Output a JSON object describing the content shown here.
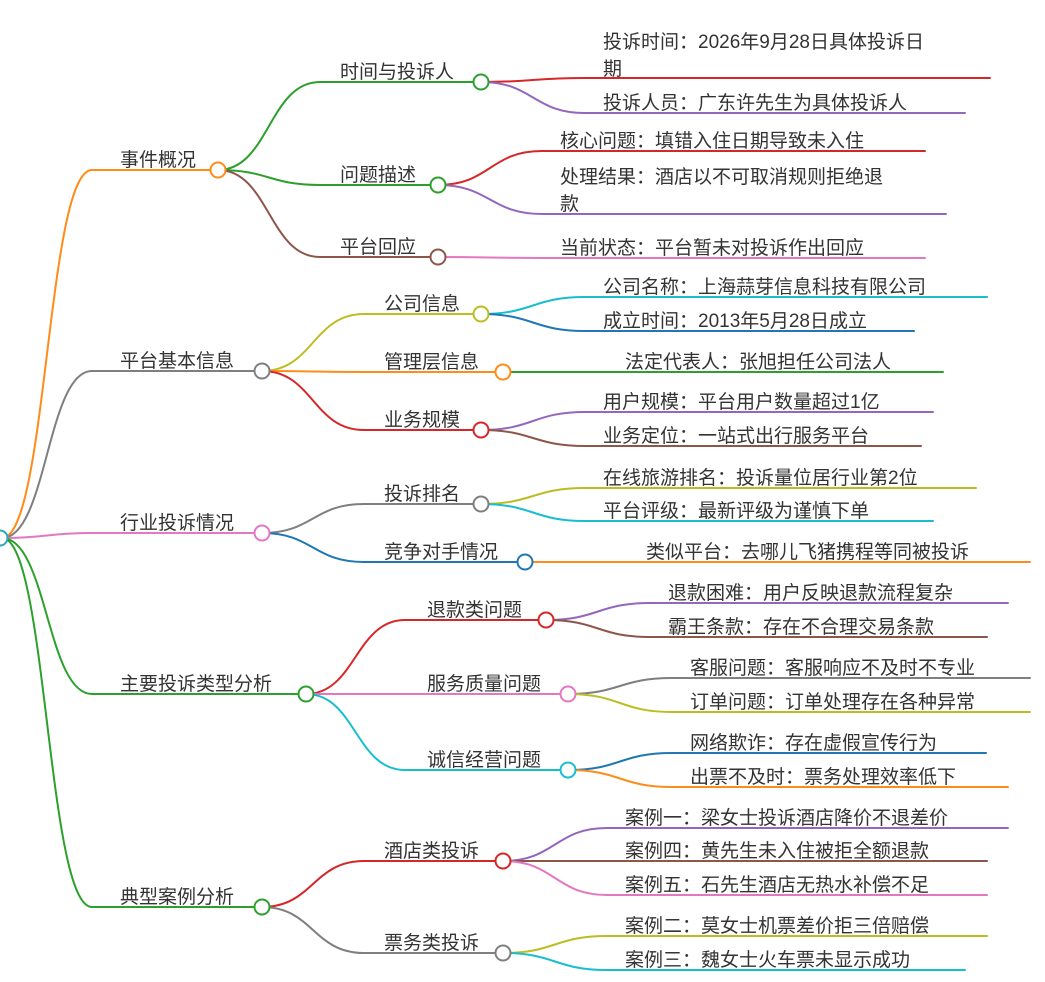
{
  "root": {
    "label": "",
    "color": "#2aa7b8"
  },
  "branches": [
    {
      "label": "事件概况",
      "color": "#ff8c1a",
      "children": [
        {
          "label": "时间与投诉人",
          "color": "#2ca02c",
          "leaves": [
            {
              "lines": [
                "投诉时间：2026年9月28日具体投诉日",
                "期"
              ],
              "color": "#d62728"
            },
            {
              "lines": [
                "投诉人员：广东许先生为具体投诉人"
              ],
              "color": "#9467bd"
            }
          ]
        },
        {
          "label": "问题描述",
          "color": "#2ca02c",
          "leaves": [
            {
              "lines": [
                "核心问题：填错入住日期导致未入住"
              ],
              "color": "#d62728"
            },
            {
              "lines": [
                "处理结果：酒店以不可取消规则拒绝退",
                "款"
              ],
              "color": "#9467bd"
            }
          ]
        },
        {
          "label": "平台回应",
          "color": "#8c564b",
          "leaves": [
            {
              "lines": [
                "当前状态：平台暂未对投诉作出回应"
              ],
              "color": "#e377c2"
            }
          ]
        }
      ]
    },
    {
      "label": "平台基本信息",
      "color": "#7f7f7f",
      "children": [
        {
          "label": "公司信息",
          "color": "#bcbd22",
          "leaves": [
            {
              "lines": [
                "公司名称：上海蒜芽信息科技有限公司"
              ],
              "color": "#17becf"
            },
            {
              "lines": [
                "成立时间：2013年5月28日成立"
              ],
              "color": "#1f77b4"
            }
          ]
        },
        {
          "label": "管理层信息",
          "color": "#ff8c1a",
          "leaves": [
            {
              "lines": [
                "法定代表人：张旭担任公司法人"
              ],
              "color": "#2ca02c"
            }
          ]
        },
        {
          "label": "业务规模",
          "color": "#d62728",
          "leaves": [
            {
              "lines": [
                "用户规模：平台用户数量超过1亿"
              ],
              "color": "#9467bd"
            },
            {
              "lines": [
                "业务定位：一站式出行服务平台"
              ],
              "color": "#8c564b"
            }
          ]
        }
      ]
    },
    {
      "label": "行业投诉情况",
      "color": "#e377c2",
      "children": [
        {
          "label": "投诉排名",
          "color": "#7f7f7f",
          "leaves": [
            {
              "lines": [
                "在线旅游排名：投诉量位居行业第2位"
              ],
              "color": "#bcbd22"
            },
            {
              "lines": [
                "平台评级：最新评级为谨慎下单"
              ],
              "color": "#17becf"
            }
          ]
        },
        {
          "label": "竞争对手情况",
          "color": "#1f77b4",
          "leaves": [
            {
              "lines": [
                "类似平台：去哪儿飞猪携程等同被投诉"
              ],
              "color": "#ff8c1a"
            }
          ]
        }
      ]
    },
    {
      "label": "主要投诉类型分析",
      "color": "#2ca02c",
      "children": [
        {
          "label": "退款类问题",
          "color": "#d62728",
          "leaves": [
            {
              "lines": [
                "退款困难：用户反映退款流程复杂"
              ],
              "color": "#9467bd"
            },
            {
              "lines": [
                "霸王条款：存在不合理交易条款"
              ],
              "color": "#8c564b"
            }
          ]
        },
        {
          "label": "服务质量问题",
          "color": "#e377c2",
          "leaves": [
            {
              "lines": [
                "客服问题：客服响应不及时不专业"
              ],
              "color": "#7f7f7f"
            },
            {
              "lines": [
                "订单问题：订单处理存在各种异常"
              ],
              "color": "#bcbd22"
            }
          ]
        },
        {
          "label": "诚信经营问题",
          "color": "#17becf",
          "leaves": [
            {
              "lines": [
                "网络欺诈：存在虚假宣传行为"
              ],
              "color": "#1f77b4"
            },
            {
              "lines": [
                "出票不及时：票务处理效率低下"
              ],
              "color": "#ff8c1a"
            }
          ]
        }
      ]
    },
    {
      "label": "典型案例分析",
      "color": "#2ca02c",
      "children": [
        {
          "label": "酒店类投诉",
          "color": "#d62728",
          "leaves": [
            {
              "lines": [
                "案例一：梁女士投诉酒店降价不退差价"
              ],
              "color": "#9467bd"
            },
            {
              "lines": [
                "案例四：黄先生未入住被拒全额退款"
              ],
              "color": "#8c564b"
            },
            {
              "lines": [
                "案例五：石先生酒店无热水补偿不足"
              ],
              "color": "#e377c2"
            }
          ]
        },
        {
          "label": "票务类投诉",
          "color": "#7f7f7f",
          "leaves": [
            {
              "lines": [
                "案例二：莫女士机票差价拒三倍赔偿"
              ],
              "color": "#bcbd22"
            },
            {
              "lines": [
                "案例三：魏女士火车票未显示成功"
              ],
              "color": "#17becf"
            }
          ]
        }
      ]
    }
  ]
}
